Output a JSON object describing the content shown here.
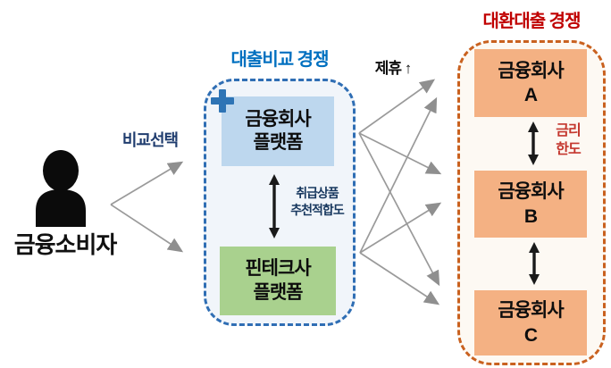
{
  "consumer": {
    "label": "금융소비자"
  },
  "annotations": {
    "compare_select": "비교선택",
    "partnership": "제휴 ↑",
    "exchange_line1": "취급상품",
    "exchange_line2": "추천적합도",
    "rate_line1": "금리",
    "rate_line2": "한도"
  },
  "loan_comparison": {
    "title": "대출비교 경쟁",
    "platforms": [
      {
        "line1": "금융회사",
        "line2": "플랫폼"
      },
      {
        "line1": "핀테크사",
        "line2": "플랫폼"
      }
    ]
  },
  "refinancing": {
    "title": "대환대출 경쟁",
    "companies": [
      {
        "line1": "금융회사",
        "line2": "A"
      },
      {
        "line1": "금융회사",
        "line2": "B"
      },
      {
        "line1": "금융회사",
        "line2": "C"
      }
    ]
  },
  "icons": {
    "person": "person-icon",
    "plus": "plus-icon",
    "up_arrow": "↑"
  },
  "colors": {
    "loan_comparison_title": "#0070c0",
    "loan_comparison_border": "#2f6eb4",
    "loan_comparison_fill": "#f1f5fa",
    "financial_platform_fill": "#bdd7ee",
    "fintech_platform_fill": "#a9d18e",
    "refinancing_title": "#c00000",
    "refinancing_border": "#c9611f",
    "refinancing_fill": "#fdf9f3",
    "company_fill": "#f4b183",
    "gray_arrow": "#979797",
    "black_arrow": "#1a1a1a",
    "navy_label": "#1f3c6e",
    "rate_label": "#c4372e",
    "plus_icon": "#2e74b5"
  }
}
